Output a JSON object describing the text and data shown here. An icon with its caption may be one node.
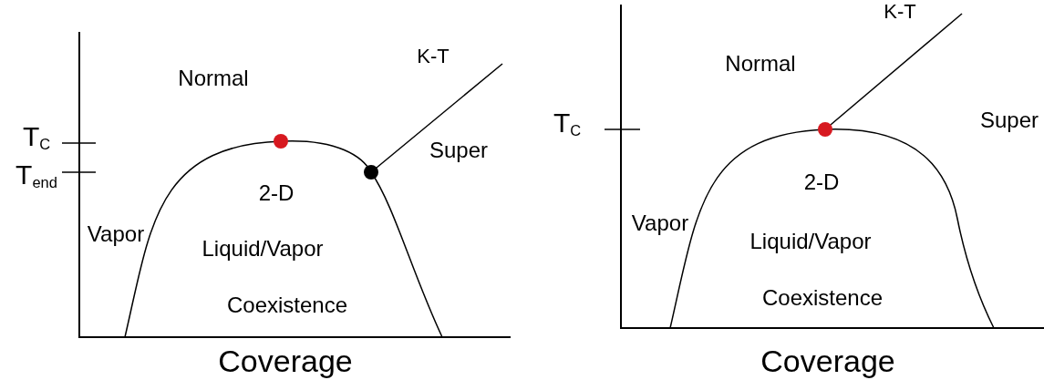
{
  "diagram": {
    "labels": [
      "Normal",
      "K-T",
      "T$_{C}$",
      "T$_{end}$",
      "Super",
      "2-D",
      "Vapor",
      "Liquid/Vapor",
      "Coexistence",
      "Coverage",
      "K-T",
      "Normal",
      "T$_{C}$",
      "Super",
      "2-D",
      "Vapor",
      "Liquid/Vapor",
      "Coexistence",
      "Coverage"
    ]
  }
}
